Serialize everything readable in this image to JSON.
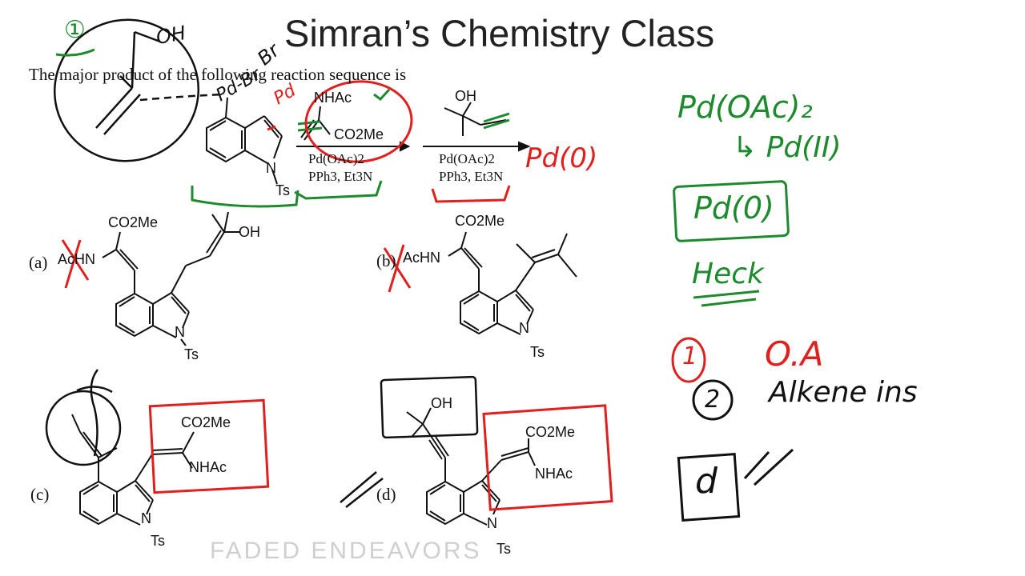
{
  "title": "Simran’s Chemistry Class",
  "question": "The major product of the following reaction sequence is",
  "reactant": {
    "reagent1": {
      "line1": "NHAc",
      "line2": "CO2Me"
    },
    "indole_n": "N",
    "indole_sub": "Ts",
    "step1_conditions": [
      "Pd(OAc)2",
      "PPh3, Et3N"
    ],
    "reagent2": {
      "oh": "OH"
    },
    "step2_conditions": [
      "Pd(OAc)2",
      "PPh3, Et3N"
    ]
  },
  "options": [
    {
      "label": "(a)",
      "groups": [
        "CO2Me",
        "AcHN",
        "OH",
        "N",
        "Ts"
      ]
    },
    {
      "label": "(b)",
      "groups": [
        "CO2Me",
        "AcHN",
        "N",
        "Ts"
      ]
    },
    {
      "label": "(c)",
      "groups": [
        "CO2Me",
        "NHAc",
        "N",
        "Ts"
      ]
    },
    {
      "label": "(d)",
      "groups": [
        "OH",
        "CO2Me",
        "NHAc",
        "N",
        "Ts"
      ]
    }
  ],
  "annotations": {
    "top_left_number": "①",
    "top_left_oh": "OH",
    "br_label": "Br",
    "pd_br_label": "Pd-Br",
    "pd_label": "Pd",
    "pd0_red": "Pd(0)",
    "right_notes": {
      "line1": "Pd(OAc)₂",
      "line2": "↳ Pd(II)",
      "boxed": "Pd(0)",
      "heck": "Heck",
      "step1_num": "1",
      "step1_text": "O.A",
      "step2_num": "2",
      "step2_text": "Alkene ins",
      "answer": "d"
    }
  },
  "watermark": "FADED ENDEAVORS",
  "colors": {
    "green": "#1d8a2e",
    "red": "#e0201e",
    "ink": "#111111"
  }
}
